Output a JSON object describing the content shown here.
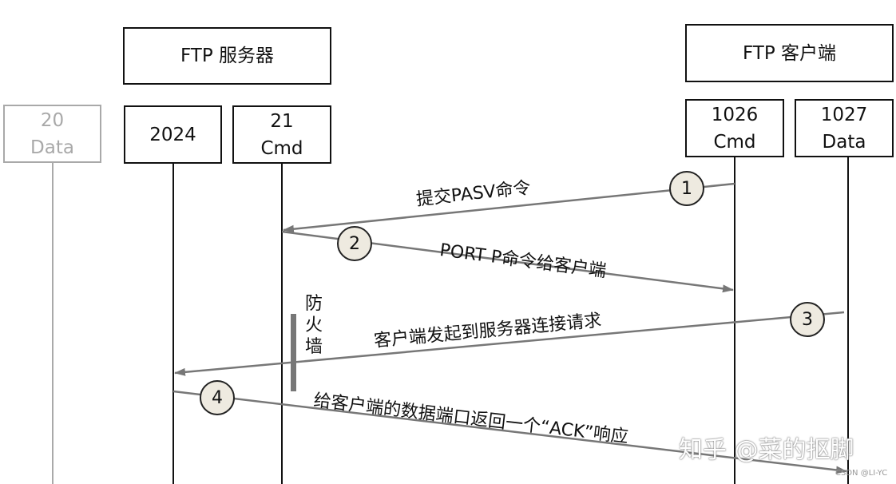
{
  "headers": {
    "server": "FTP 服务器",
    "client": "FTP 客户端"
  },
  "ports": {
    "server_data_20": "20\nData",
    "server_2024": "2024",
    "server_cmd_21": "21\nCmd",
    "client_cmd_1026": "1026\nCmd",
    "client_data_1027": "1027\nData"
  },
  "messages": [
    {
      "step": "1",
      "text": "提交PASV命令"
    },
    {
      "step": "2",
      "text": "PORT P命令给客户端"
    },
    {
      "step": "3",
      "text": "客户端发起到服务器连接请求"
    },
    {
      "step": "4",
      "text": "给客户端的数据端口返回一个“ACK”响应"
    }
  ],
  "firewall": "防\n火\n墙",
  "watermark": {
    "main": "知乎 @菜的抠脚",
    "small": "CSDN @LI-YC"
  },
  "colors": {
    "line": "#111111",
    "arrow": "#777777",
    "inactive": "#a9a9a9",
    "circle_fill": "#eeeae0"
  }
}
